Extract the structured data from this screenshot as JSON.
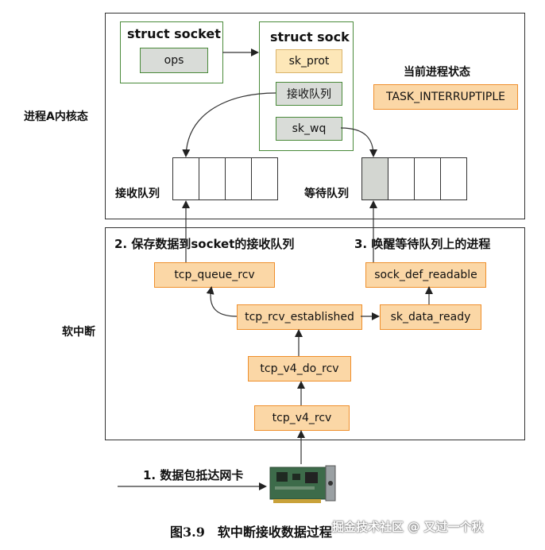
{
  "left_labels": {
    "kernel": "进程A内核态",
    "softirq": "软中断"
  },
  "struct_socket": {
    "title": "struct socket",
    "ops": "ops"
  },
  "struct_sock": {
    "title": "struct sock",
    "sk_prot": "sk_prot",
    "recv_queue": "接收队列",
    "sk_wq": "sk_wq"
  },
  "process_state": {
    "title": "当前进程状态",
    "value": "TASK_INTERRUPTIPLE"
  },
  "queues": {
    "recv_label": "接收队列",
    "wait_label": "等待队列"
  },
  "steps": {
    "step2": "2. 保存数据到socket的接收队列",
    "step3": "3. 唤醒等待队列上的进程",
    "step1": "1. 数据包抵达网卡"
  },
  "functions": {
    "tcp_queue_rcv": "tcp_queue_rcv",
    "sock_def_readable": "sock_def_readable",
    "tcp_rcv_established": "tcp_rcv_established",
    "sk_data_ready": "sk_data_ready",
    "tcp_v4_do_rcv": "tcp_v4_do_rcv",
    "tcp_v4_rcv": "tcp_v4_rcv"
  },
  "caption": "图3.9　软中断接收数据过程",
  "watermark": "掘金技术社区 @ 又过一个秋",
  "colors": {
    "green_border": "#4a8a3a",
    "orange_border": "#ef8f2c",
    "orange_fill": "#fbd7a6",
    "gray_fill": "#d9dcd8",
    "yellow_fill": "#fde7b8"
  },
  "icons": [
    "network-card-icon"
  ]
}
